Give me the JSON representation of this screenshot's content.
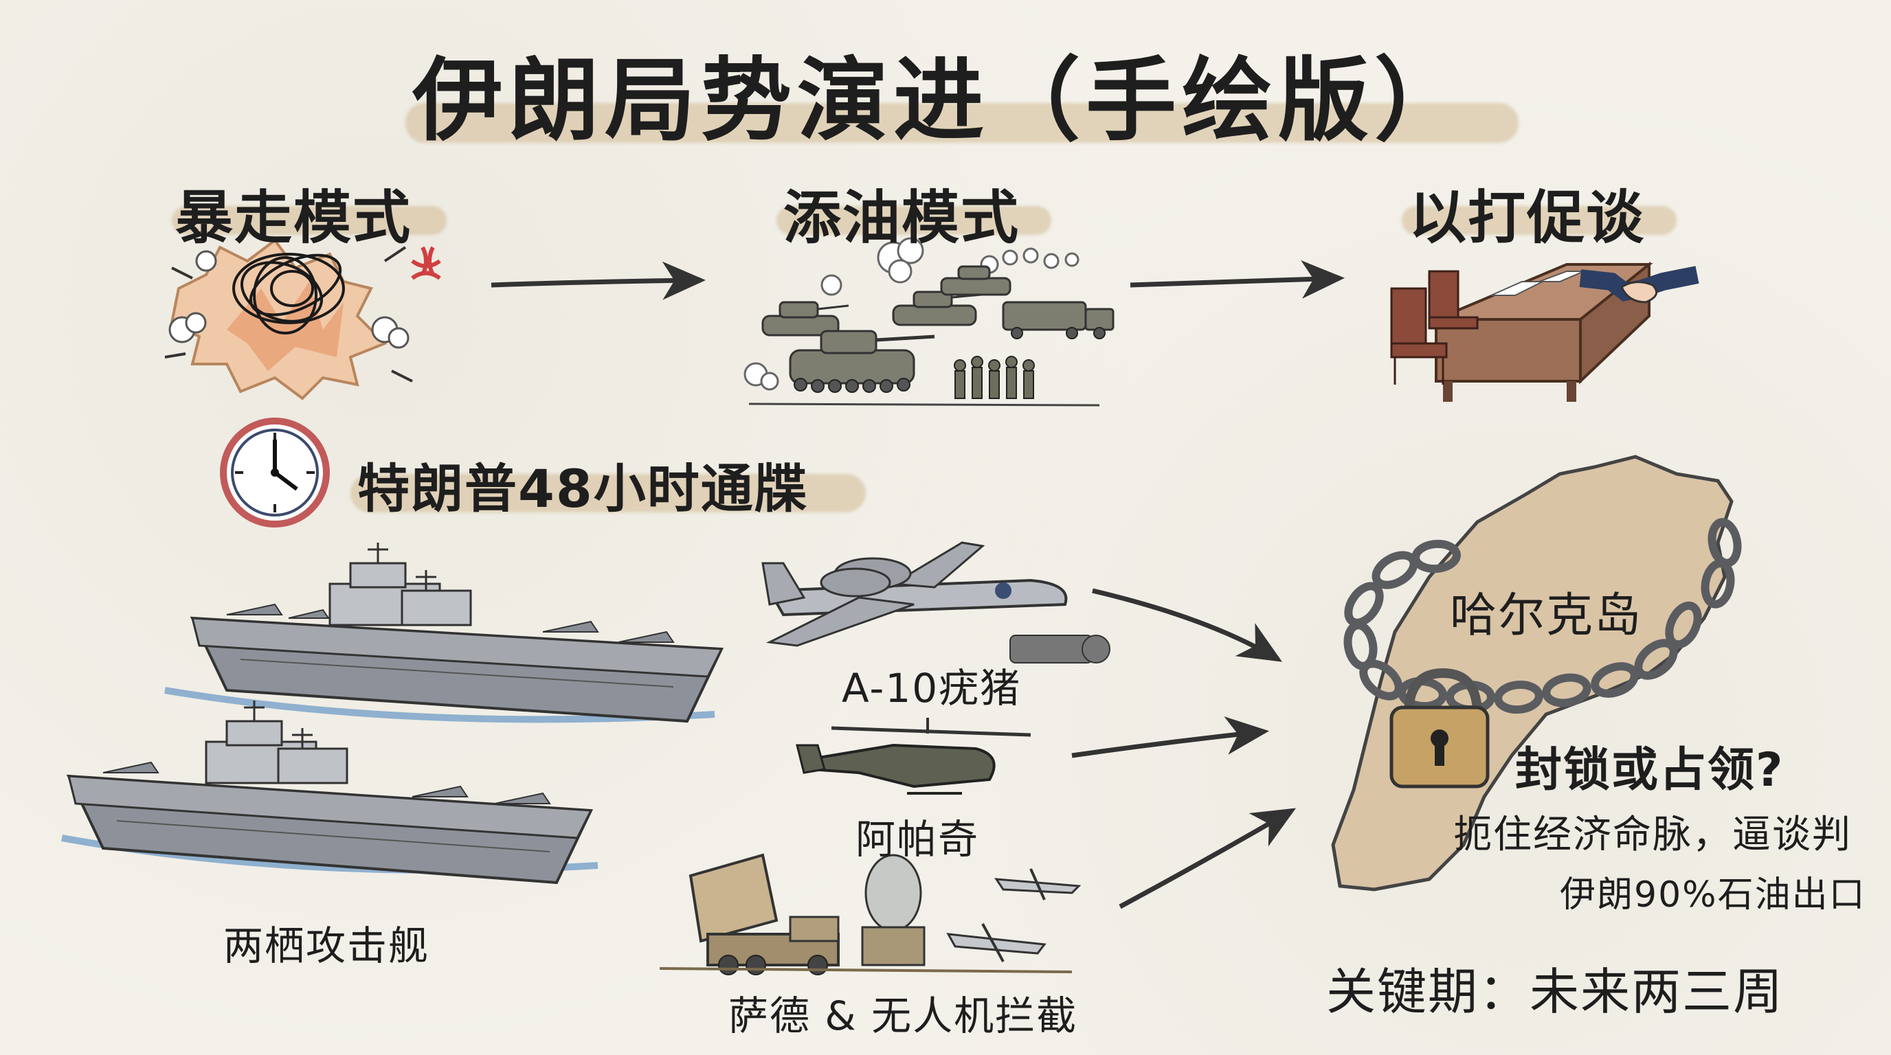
{
  "title": "伊朗局势演进（手绘版）",
  "stages": [
    {
      "label": "暴走模式",
      "icon": "explosion-icon"
    },
    {
      "label": "添油模式",
      "icon": "tanks-troops-icon"
    },
    {
      "label": "以打促谈",
      "icon": "negotiation-table-icon"
    }
  ],
  "ultimatum": {
    "label": "特朗普48小时通牒",
    "icon": "clock-icon"
  },
  "assets": {
    "ships_label": "两栖攻击舰",
    "a10_label": "A-10疣猪",
    "apache_label": "阿帕奇",
    "thaad_label": "萨德 & 无人机拦截"
  },
  "island": {
    "name": "哈尔克岛",
    "question": "封锁或占领?",
    "line1": "扼住经济命脉，逼谈判",
    "line2": "伊朗90%石油出口"
  },
  "key_period": "关键期：未来两三周",
  "colors": {
    "paper": "#f3f1ea",
    "ink": "#1e1e1e",
    "highlight": "#cdb080",
    "island": "#d9c4a6",
    "ship": "#8d929a",
    "sea": "#8fb0cf",
    "clock_rim": "#c25a5a"
  }
}
